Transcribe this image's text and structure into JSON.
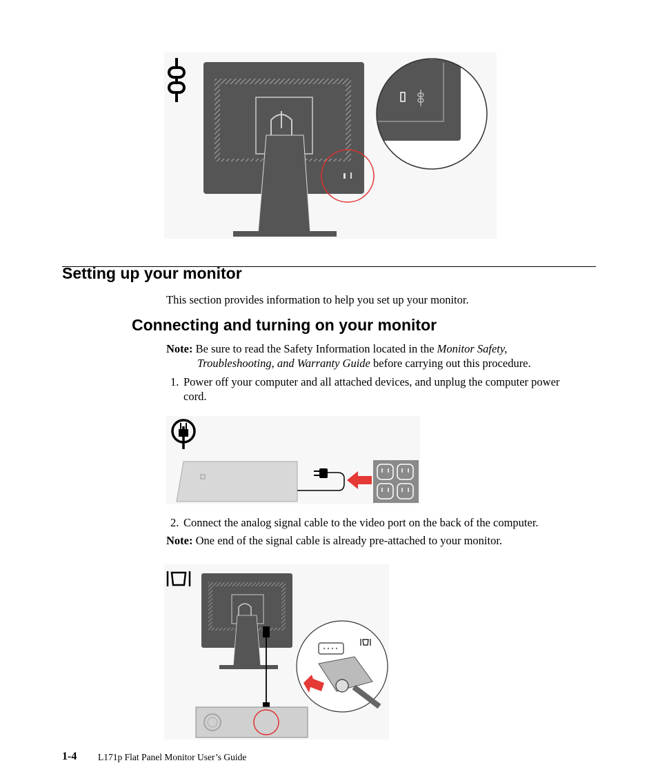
{
  "section": {
    "title": "Setting up your monitor",
    "intro": "This section provides information to help you set up your monitor."
  },
  "subsection": {
    "title": "Connecting and turning on your monitor"
  },
  "note1": {
    "label": "Note:",
    "text_a": "Be sure to read the Safety Information located in the ",
    "italic_a": "Monitor Safety,",
    "italic_b": "Troubleshooting, and Warranty Guide",
    "text_b": " before carrying out this procedure."
  },
  "steps": [
    {
      "number": "1.",
      "line1": "Power off your computer and all attached devices, and unplug the computer power",
      "line2": "cord."
    },
    {
      "number": "2.",
      "line1": "Connect the analog signal cable to the video port on the back of the computer."
    }
  ],
  "note2": {
    "label": "Note:",
    "text": "One end of the signal cable is already pre-attached to your monitor."
  },
  "footer": {
    "page_number": "1-4",
    "title": "L171p Flat Panel Monitor User’s Guide"
  },
  "icons": {
    "lock": "cable-lock-icon",
    "power": "power-plug-icon",
    "video": "vga-port-icon"
  },
  "colors": {
    "monitor": "#555555",
    "highlight": "#e03030",
    "arrow": "#e53935"
  }
}
